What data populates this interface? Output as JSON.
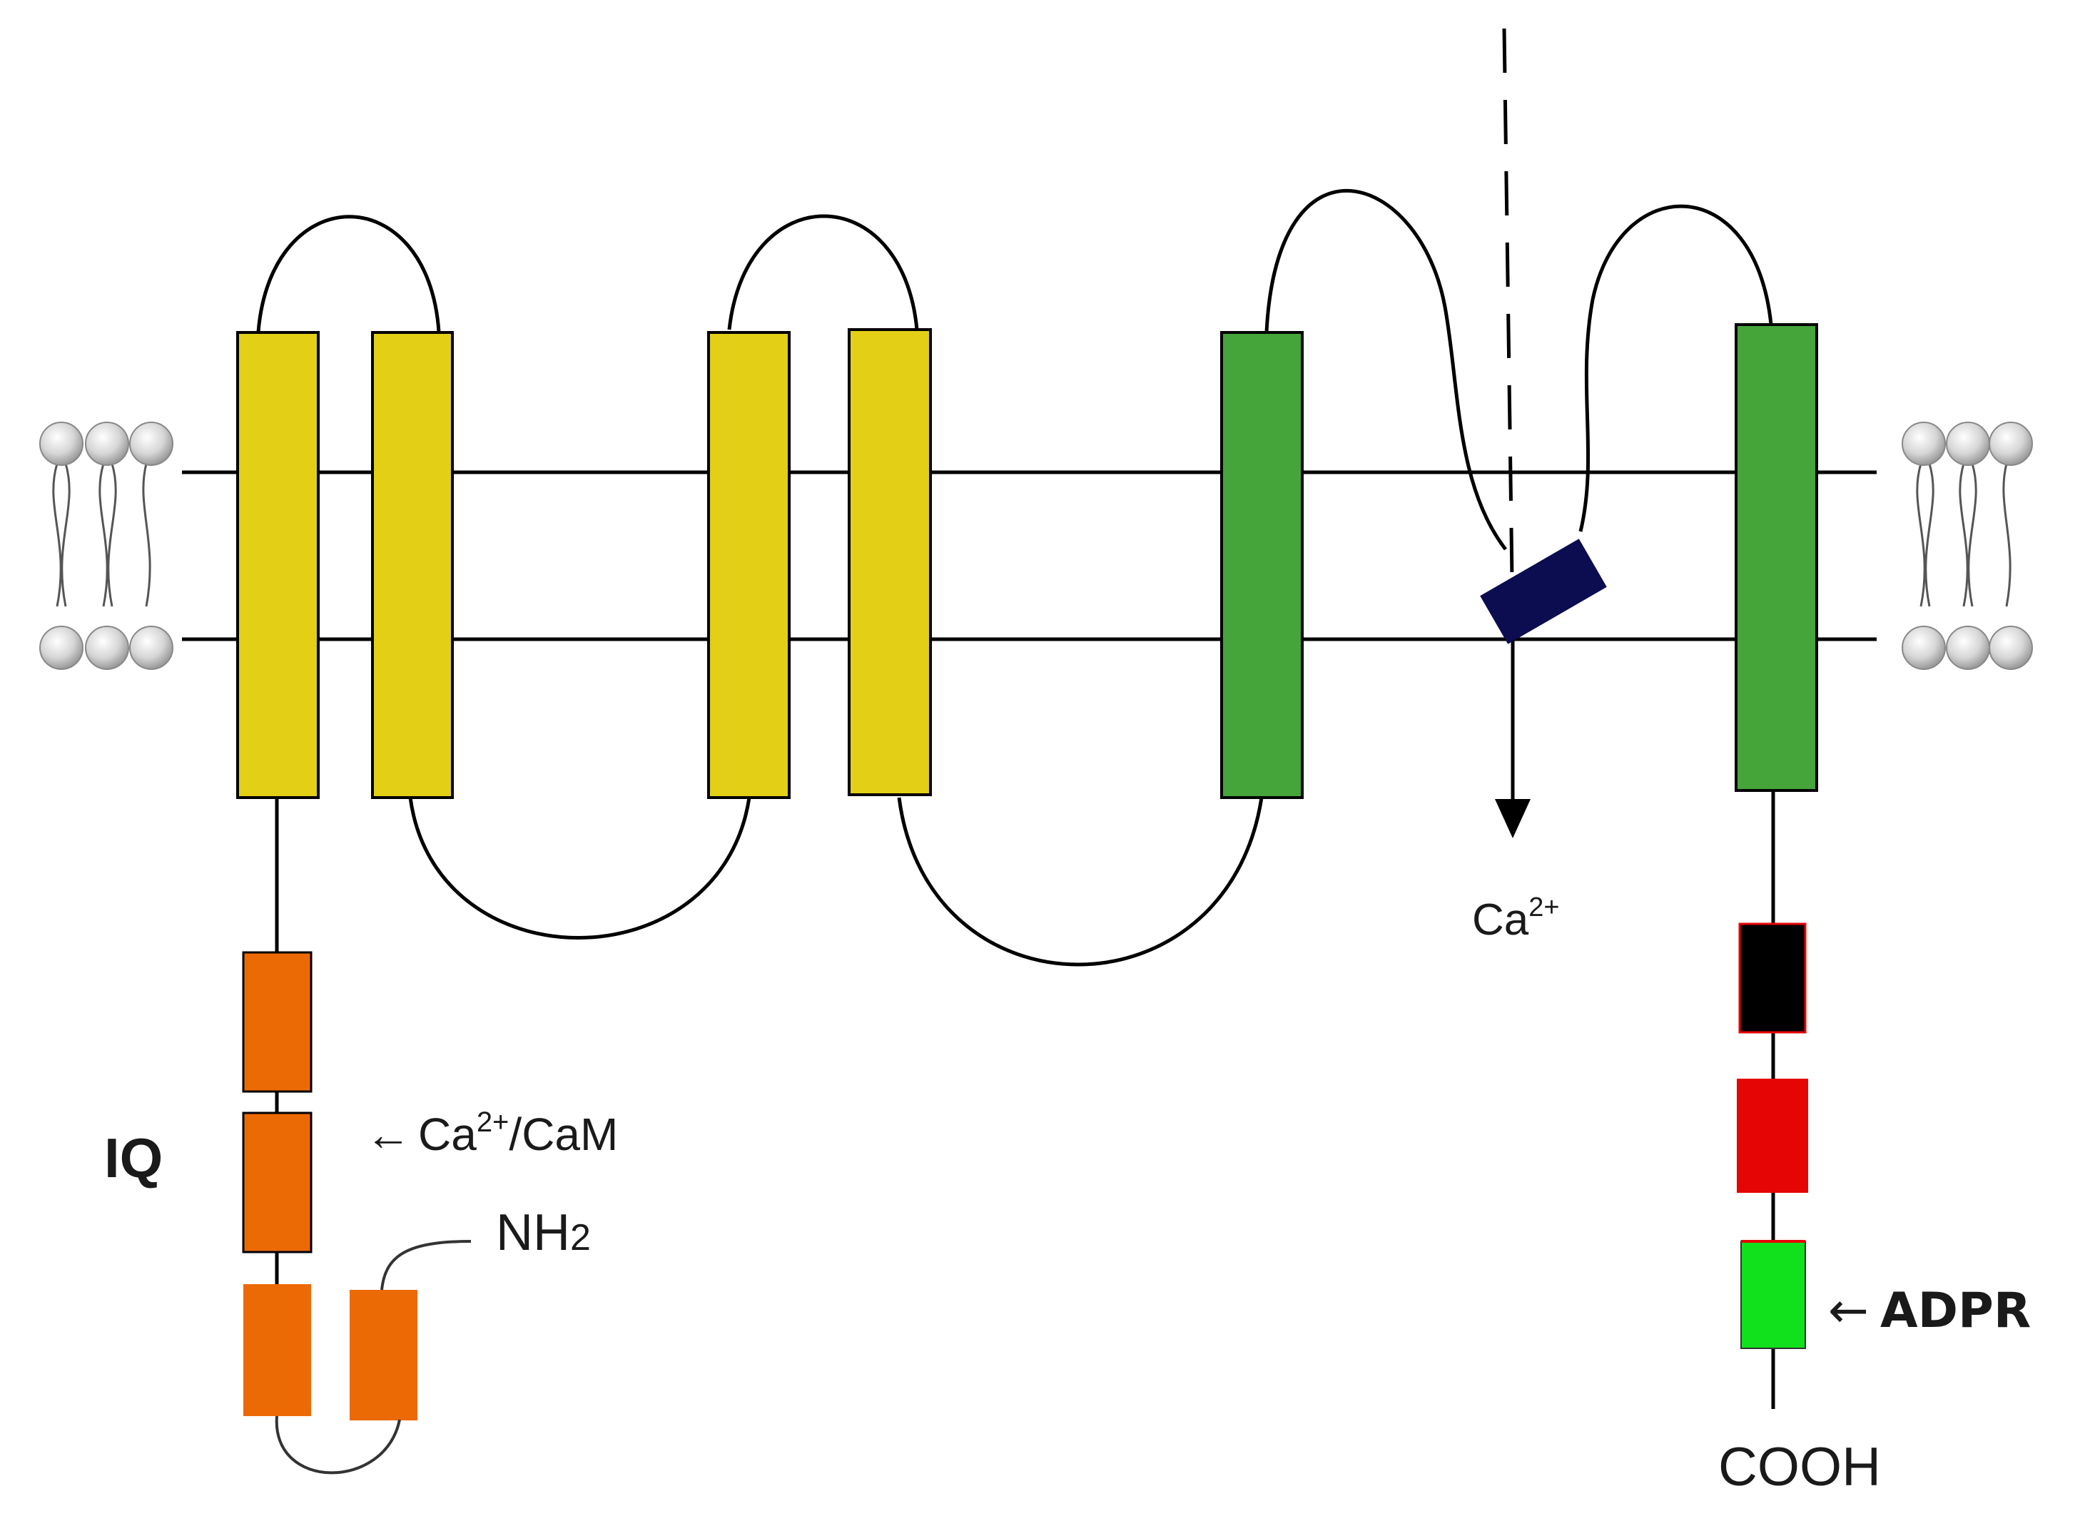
{
  "labels": {
    "ca_ion": "Ca",
    "ca_ion_sup": "2+",
    "iq": "IQ",
    "cam_arrow": "←",
    "cam_ca": "Ca",
    "cam_sup": "2+",
    "cam_rest": "/CaM",
    "nh2": "NH",
    "nh2_sub": "2",
    "adpr_arrow": "←",
    "adpr": "ADPR",
    "cooh": "COOH"
  },
  "colors": {
    "helix_yellow": "#e2cf16",
    "helix_green": "#45a43a",
    "iq_orange": "#ec6a05",
    "pore_navy": "#0c0c50",
    "cterm_black": "#000000",
    "cterm_red": "#e60505",
    "nudix_green": "#11e01d",
    "line": "#000000",
    "lipid_head": "#d8d8d8"
  }
}
